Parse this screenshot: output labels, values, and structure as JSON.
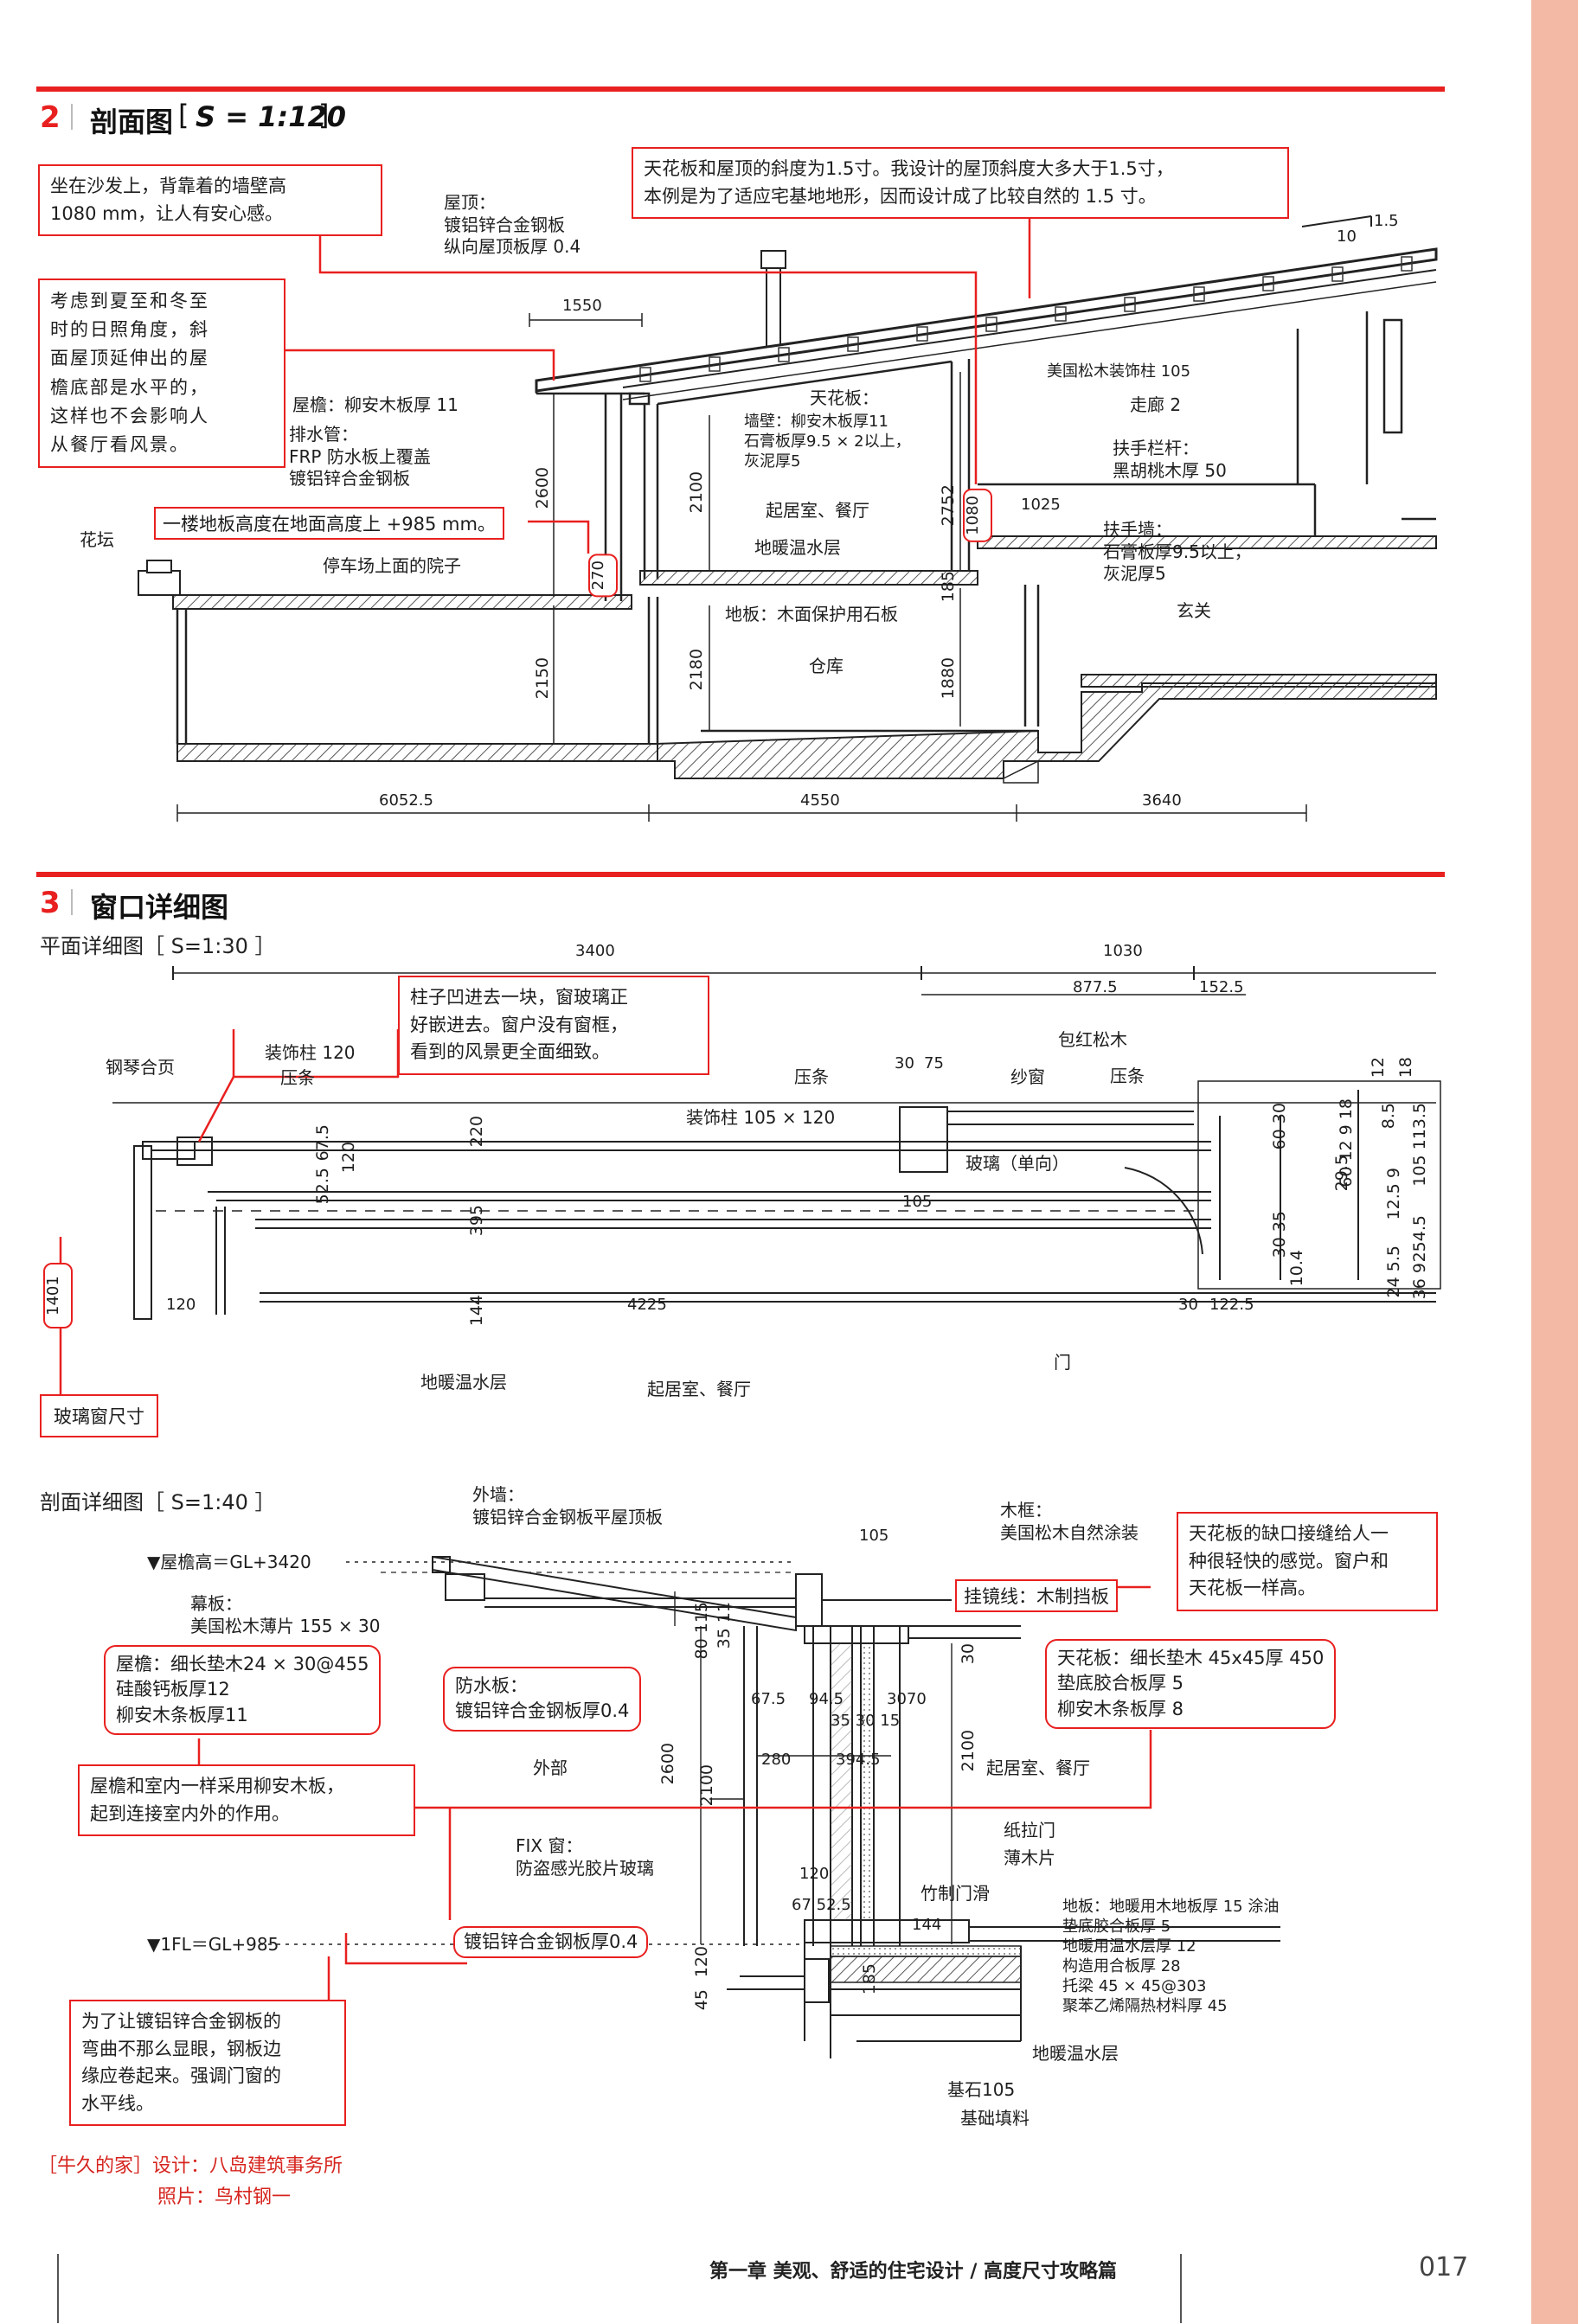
{
  "section2": {
    "num": "2",
    "title": "剖面图",
    "scale_open": "[",
    "scale": "S = 1:120",
    "scale_close": "]",
    "callouts": {
      "sofa": "坐在沙发上，背靠着的墙壁高\n1080 mm，让人有安心感。",
      "slope": "天花板和屋顶的斜度为1.5寸。我设计的屋顶斜度大多大于1.5寸，\n本例是为了适应宅基地地形，因而设计成了比较自然的 1.5 寸。",
      "eave": "考虑到夏至和冬至\n时的日照角度，斜\n面屋顶延伸出的屋\n檐底部是水平的，\n这样也不会影响人\n从餐厅看风景。",
      "floor_height": "一楼地板高度在地面高度上 +985 mm。",
      "tag_270": "270",
      "tag_1080": "1080"
    },
    "labels": {
      "roof": "屋顶：\n镀铝锌合金钢板\n纵向屋顶板厚 0.4",
      "slope_num": "1.5",
      "slope_den": "10",
      "eave_board": "屋檐：柳安木板厚 11",
      "drain": "排水管：\nFRP 防水板上覆盖\n镀铝锌合金钢板",
      "ceiling": "天花板：",
      "wall": "墙壁：柳安木板厚11\n石膏板厚9.5 × 2以上，\n灰泥厚5",
      "oregon_post": "美国松木装饰柱 105",
      "corridor": "走廊 2",
      "handrail": "扶手栏杆：\n黑胡桃木厚 50",
      "handrail_wall": "扶手墙：\n石膏板厚9.5以上，\n灰泥厚5",
      "entrance": "玄关",
      "living": "起居室、餐厅",
      "floor_heating": "地暖温水层",
      "floor_board": "地板：木面保护用石板",
      "storage": "仓库",
      "yard": "停车场上面的院子",
      "planter": "花坛"
    },
    "dims": {
      "d1550": "1550",
      "d2600": "2600",
      "d2100": "2100",
      "d2752": "2752",
      "d185": "185",
      "d1025": "1025",
      "d2150": "2150",
      "d2180": "2180",
      "d1880": "1880",
      "d6052": "6052.5",
      "d4550": "4550",
      "d3640": "3640"
    }
  },
  "section3": {
    "num": "3",
    "title": "窗口详细图",
    "plan_title": "平面详细图［ S=1:30 ］",
    "section_title": "剖面详细图［ S=1:40 ］",
    "plan": {
      "callout": "柱子凹进去一块，窗玻璃正\n好嵌进去。窗户没有窗框，\n看到的风景更全面细致。",
      "glass_size": "玻璃窗尺寸",
      "tag_1401": "1401",
      "piano_hinge": "钢琴合页",
      "deco_post_120": "装饰柱 120",
      "press_strip": "压条",
      "press_strip_2": "压条",
      "press_strip_3": "压条",
      "deco_post_105": "装饰柱 105 × 120",
      "screen": "纱窗",
      "glass_single": "玻璃（单向）",
      "red_pine": "包红松木",
      "door": "门",
      "floor_heating": "地暖温水层",
      "living": "起居室、餐厅",
      "dims": {
        "d3400": "3400",
        "d1030": "1030",
        "d877": "877.5",
        "d152": "152.5",
        "d30": "30",
        "d75": "75",
        "d67": "67.5",
        "d52": "52.5",
        "d120": "120",
        "d220": "220",
        "d395": "395",
        "d144": "144",
        "d120b": "120",
        "d4225": "4225",
        "d105": "105",
        "d30b": "30",
        "d122": "122.5",
        "r1": "12",
        "r2": "18",
        "r3": "60 30",
        "r4": "60 12 9 18",
        "r5": "8.5",
        "r6": "105 113.5",
        "r7": "29.5",
        "r8": "12.5 9",
        "r9": "254.5",
        "r10": "30 35",
        "r11": "10.4",
        "r12": "24 5.5",
        "r13": "36 9"
      }
    },
    "section": {
      "eave_height": "▼屋檐高＝GL+3420",
      "fl": "▼1FL＝GL+985",
      "outer_wall": "外墙：\n镀铝锌合金钢板平屋顶板",
      "fascia": "幕板：\n美国松木薄片 155 × 30",
      "eave_pill": "屋檐：细长垫木24 × 30@455\n硅酸钙板厚12\n柳安木条板厚11",
      "waterproof_pill": "防水板：\n镀铝锌合金钢板厚0.4",
      "steel_pill": "镀铝锌合金钢板厚0.4",
      "eave_box": "屋檐和室内一样采用柳安木板，\n起到连接室内外的作用。",
      "bend_box": "为了让镀铝锌合金钢板的\n弯曲不那么显眼，钢板边\n缘应卷起来。强调门窗的\n水平线。",
      "wood_frame": "木框：\n美国松木自然涂装",
      "hang_line": "挂镜线：木制挡板",
      "gap_box": "天花板的缺口接缝给人一\n种很轻快的感觉。窗户和\n天花板一样高。",
      "ceiling_pill": "天花板：细长垫木 45x45厚 450\n垫底胶合板厚 5\n柳安木条板厚 8",
      "exterior": "外部",
      "living": "起居室、餐厅",
      "fix_window": "FIX 窗：\n防盗感光胶片玻璃",
      "paper_door": "纸拉门",
      "thin_wood": "薄木片",
      "bamboo_rail": "竹制门滑",
      "floor": "地板：地暖用木地板厚 15 涂油\n垫底胶合板厚 5\n地暖用温水层厚 12\n构造用合板厚 28\n托梁 45 × 45@303\n聚苯乙烯隔热材料厚 45",
      "floor_heating": "地暖温水层",
      "foundation_stone": "基石105",
      "foundation_fill": "基础填料",
      "dims": {
        "d105": "105",
        "d80": "80 115",
        "d35": "35 11",
        "d30": "30",
        "d67": "67.5",
        "d94": "94.5",
        "d3070": "3070",
        "d35b": "35 30 15",
        "d280": "280",
        "d394": "394.5",
        "d2600": "2600",
        "d2100": "2100",
        "d2100b": "2100",
        "d120": "120",
        "d6752": "67 52.5",
        "d144": "144",
        "d185": "185",
        "d120b": "120",
        "d45": "45"
      }
    }
  },
  "credits": {
    "project": "［牛久的家］设计：八岛建筑事务所",
    "photo": "照片：鸟村钢一"
  },
  "footer": {
    "chapter": "第一章   美观、舒适的住宅设计 / 高度尺寸攻略篇",
    "page": "017"
  },
  "colors": {
    "accent": "#e8201f",
    "edge_tab": "#f3b9a5",
    "line": "#2a2a2a",
    "hatch": "#555555"
  }
}
